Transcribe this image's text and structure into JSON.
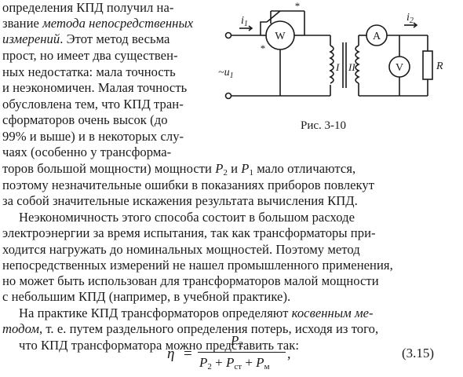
{
  "text_lines": [
    [
      "определения КПД получил на-",
      ""
    ],
    [
      "звание ",
      "метода непосредственных",
      ""
    ],
    [
      "измерений",
      ". Этот метод весьма"
    ],
    [
      "прост, но имеет два существен-"
    ],
    [
      "ных недостатка: мала точность"
    ],
    [
      "и неэкономичен. Малая точность"
    ],
    [
      "обусловлена тем, что КПД тран-"
    ],
    [
      "сформаторов очень высок (до"
    ],
    [
      "99% и выше) и в некоторых слу-"
    ],
    [
      "чаях (особенно у трансформа-"
    ],
    [
      "торов большой мощности) мощности P",
      "2",
      " и P",
      "1",
      " мало отличаются,"
    ],
    [
      "поэтому незначительные ошибки в показаниях приборов повлекут"
    ],
    [
      "за собой значительные искажения результата вычисления КПД."
    ],
    [
      "Неэкономичность этого способа состоит в большом расходе"
    ],
    [
      "электроэнергии за время испытания, так как трансформаторы при-"
    ],
    [
      "ходится нагружать до номинальных мощностей. Поэтому метод"
    ],
    [
      "непосредственных измерений не нашел промышленного применения,"
    ],
    [
      "но может быть использован для трансформаторов малой мощности"
    ],
    [
      "с небольшим КПД (например, в учебной практике)."
    ],
    [
      "На практике КПД трансформаторов определяют ",
      "косвенным ме-"
    ],
    [
      "тодом",
      ", т. е. путем раздельного определения потерь, исходя из того,"
    ],
    [
      "что КПД трансформатора можно представить так:"
    ]
  ],
  "paragraph1": {
    "l1": "определения КПД получил на-",
    "l2a": "звание ",
    "l2b": "метода непосредственных",
    "l3a": "измерений",
    "l3b": ". Этот метод весьма",
    "l4": "прост, но имеет два существен-",
    "l5": "ных недостатка: мала точность",
    "l6": "и неэкономичен. Малая точность",
    "l7": "обусловлена тем, что КПД тран-",
    "l8": "сформаторов очень высок (до",
    "l9": "99% и выше) и в некоторых слу-",
    "l10": "чаях (особенно у трансформа-",
    "l11a": "торов большой мощности) мощности ",
    "l11b": " мало отличаются,",
    "l12": "поэтому незначительные ошибки в показаниях приборов повлекут",
    "l13": "за собой значительные искажения результата вычисления КПД."
  },
  "paragraph2": {
    "l1": "Неэкономичность этого способа состоит в большом расходе",
    "l2": "электроэнергии за время испытания, так как трансформаторы при-",
    "l3": "ходится нагружать до номинальных мощностей. Поэтому метод",
    "l4": "непосредственных измерений не нашел промышленного применения,",
    "l5": "но может быть использован для трансформаторов малой мощности",
    "l6": "с небольшим КПД (например, в учебной практике)."
  },
  "paragraph3": {
    "l1a": "На практике КПД трансформаторов определяют ",
    "l1b": "косвенным ме-",
    "l2a": "тодом",
    "l2b": ", т. е. путем раздельного определения потерь, исходя из того,",
    "l3": "что КПД трансформатора можно представить так:"
  },
  "symbols": {
    "P": "P",
    "sub2": "2",
    "sub1": "1",
    "and": " и "
  },
  "figure": {
    "caption": "Рис. 3-10",
    "labels": {
      "i1": "i",
      "i1_sub": "1",
      "i2": "i",
      "i2_sub": "2",
      "u1": "~u",
      "u1_sub": "1",
      "W": "W",
      "A": "A",
      "V": "V",
      "R": "R",
      "winding1": "I",
      "winding2": "II",
      "star": "*"
    }
  },
  "formula": {
    "eta": "η",
    "eq": "=",
    "numerator": "P",
    "numerator_sub": "2",
    "den_P2": "P",
    "den_P2_sub": "2",
    "den_plus": " + ",
    "den_Pst": "P",
    "den_Pst_sub": "ст",
    "den_Pm": "P",
    "den_Pm_sub": "м",
    "comma": ",",
    "number": "(3.15)"
  }
}
